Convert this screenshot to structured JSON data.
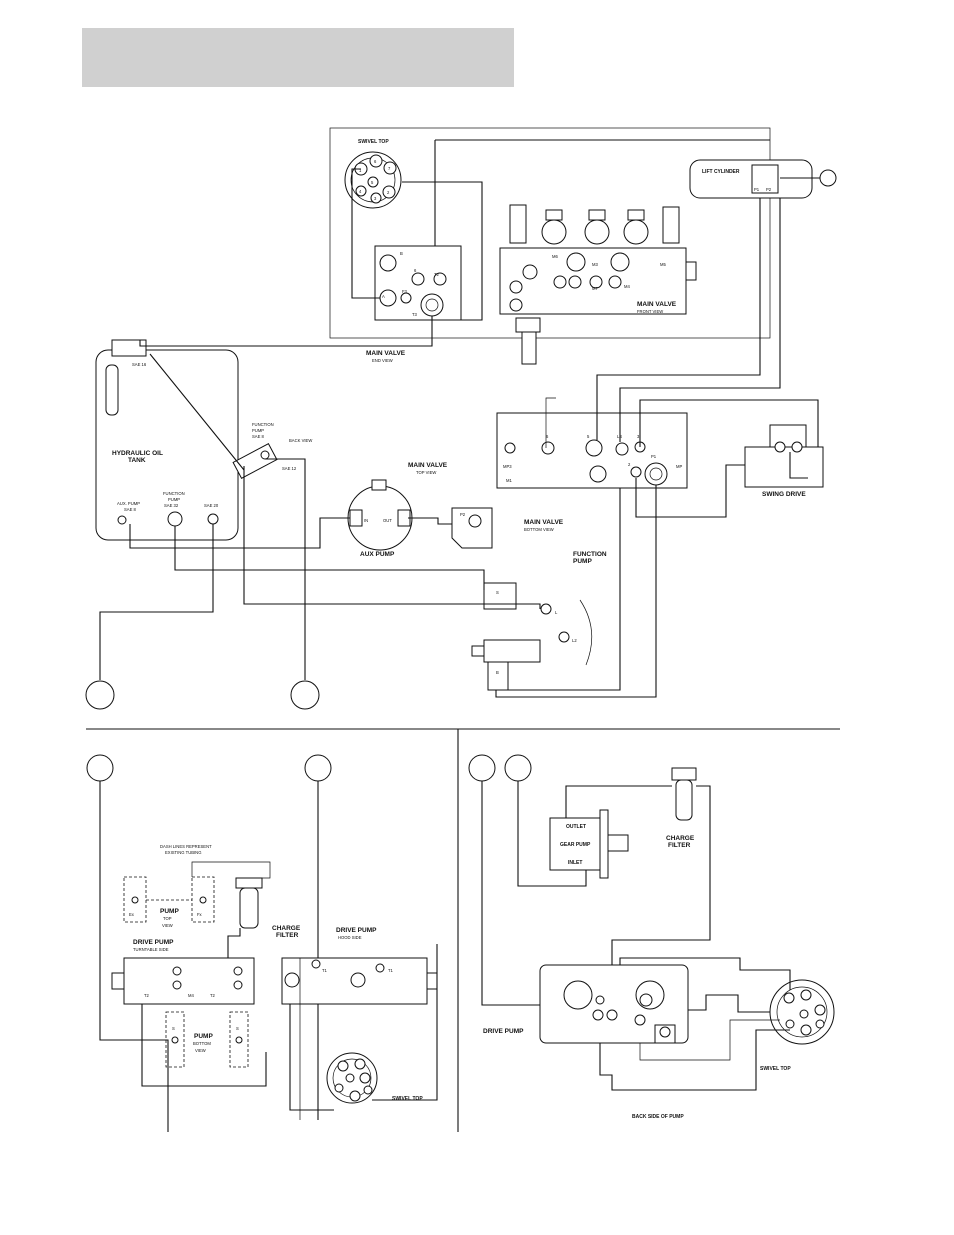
{
  "labels": {
    "swivel_top_1": "SWIVEL TOP",
    "lift_cylinder": "LIFT CYLINDER",
    "main_valve_front": "MAIN VALVE",
    "main_valve_front_sub": "FRONT VIEW",
    "main_valve_end": "MAIN VALVE",
    "main_valve_end_sub": "END VIEW",
    "hydraulic_oil_tank_1": "HYDRAULIC OIL",
    "hydraulic_oil_tank_2": "TANK",
    "sae_16": "SAE 16",
    "aux_pump_port_1": "AUX. PUMP",
    "aux_pump_port_2": "SAE 8",
    "function_pump_port_1": "FUNCTION",
    "function_pump_port_2": "PUMP",
    "function_pump_port_3": "SAE 32",
    "sae_20": "SAE 20",
    "fn_pump_sae8_1": "FUNCTION",
    "fn_pump_sae8_2": "PUMP",
    "fn_pump_sae8_3": "SAE 8",
    "back_view": "BACK VIEW",
    "sae_12": "SAE 12",
    "main_valve_top": "MAIN VALVE",
    "main_valve_top_sub": "TOP VIEW",
    "aux_pump": "AUX PUMP",
    "main_valve_bottom": "MAIN VALVE",
    "main_valve_bottom_sub": "BOTTOM VIEW",
    "function_pump_1": "FUNCTION",
    "function_pump_2": "PUMP",
    "swing_drive": "SWING DRIVE",
    "dash_note_1": "DASH LINES REPRESENT",
    "dash_note_2": "EXISTING TUBING",
    "pump_top_view_1": "PUMP",
    "pump_top_view_2": "TOP",
    "pump_top_view_3": "VIEW",
    "charge_filter_l_1": "CHARGE",
    "charge_filter_l_2": "FILTER",
    "drive_pump_turntable_1": "DRIVE PUMP",
    "drive_pump_turntable_2": "TURNTABLE SIDE",
    "drive_pump_hood_1": "DRIVE PUMP",
    "drive_pump_hood_2": "HOOD SIDE",
    "pump_bottom_view_1": "PUMP",
    "pump_bottom_view_2": "BOTTOM",
    "pump_bottom_view_3": "VIEW",
    "swivel_top_2": "SWIVEL TOP",
    "outlet": "OUTLET",
    "gear_pump": "GEAR PUMP",
    "inlet": "INLET",
    "charge_filter_r_1": "CHARGE",
    "charge_filter_r_2": "FILTER",
    "drive_pump_r": "DRIVE PUMP",
    "swivel_top_3": "SWIVEL TOP",
    "back_side_pump": "BACK SIDE OF PUMP"
  },
  "ports": {
    "mv_end_b": "B",
    "mv_end_a": "A",
    "mv_end_t2": "T2",
    "mv_end_f3": "F3",
    "mv_end_t3": "T3",
    "mv_end_l": "L",
    "mv_end_6": "6",
    "m6": "M6",
    "m3": "M3",
    "m5": "M5",
    "m7": "M7",
    "m4": "M4",
    "lc_p1": "P1",
    "lc_p2": "P2",
    "in": "IN",
    "out": "OUT",
    "p2": "P2",
    "mb_mp3": "MP3",
    "mb_m1": "M1",
    "mb_6": "6",
    "mb_5": "5",
    "mb_ls": "LS",
    "mb_3": "3",
    "mb_2": "2",
    "mb_p1": "P1",
    "mb_mp": "MP",
    "fp_s": "S",
    "fp_l": "L",
    "fp_l2": "L2",
    "fp_b": "B",
    "ex": "Ex",
    "fx": "Fx",
    "t2": "T2",
    "t1": "T1",
    "s": "S",
    "mp": "MP"
  },
  "swivel_numbers": [
    "1",
    "2",
    "3",
    "4",
    "5",
    "6",
    "7"
  ]
}
